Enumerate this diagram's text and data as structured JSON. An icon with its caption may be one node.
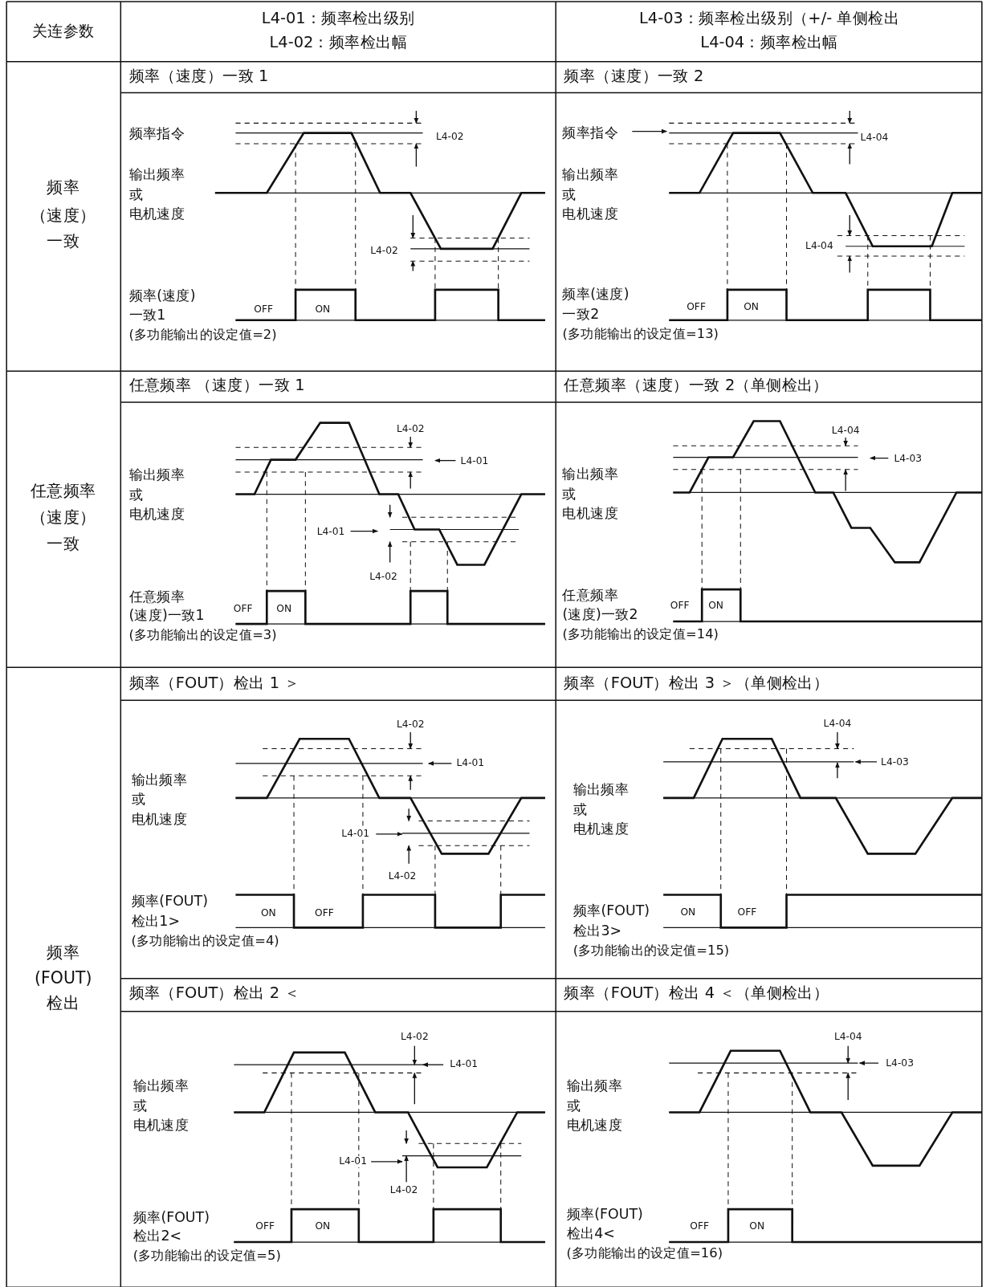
{
  "diagram": {
    "labels": [
      "关连参数",
      "L4-01：频率检出级别",
      "L4-02：频率检出幅",
      "L4-03：频率检出级别（+/- 单侧检出",
      "L4-04：频率检出幅",
      "频率",
      "（速度）",
      "一致",
      "频率（速度）一致 1",
      "频率指令",
      "L4-02",
      "输出频率",
      "或",
      "电机速度",
      "L4-02",
      "频率(速度)",
      "OFF",
      "ON",
      "一致1",
      "(多功能输出的设定值=2)",
      "频率（速度）一致 2",
      "频率指令",
      "L4-04",
      "输出频率",
      "或",
      "电机速度",
      "L4-04",
      "频率(速度)",
      "OFF",
      "ON",
      "一致2",
      "(多功能输出的设定值=13)",
      "任意频率",
      "（速度）",
      "一致",
      "任意频率 （速度）一致 1",
      "L4-02",
      "L4-01",
      "输出频率",
      "或",
      "电机速度",
      "L4-01",
      "L4-02",
      "任意频率",
      "OFF",
      "ON",
      "(速度)一致1",
      "(多功能输出的设定值=3)",
      "任意频率（速度）一致 2（单侧检出）",
      "L4-04",
      "L4-03",
      "输出频率",
      "或",
      "电机速度",
      "任意频率",
      "OFF",
      "ON",
      "(速度)一致2",
      "(多功能输出的设定值=14)",
      "频率",
      "(FOUT)",
      "检出",
      "频率（FOUT）检出 1 ＞",
      "L4-02",
      "L4-01",
      "输出频率",
      "或",
      "电机速度",
      "L4-01",
      "L4-02",
      "频率(FOUT)",
      "ON",
      "OFF",
      "检出1>",
      "(多功能输出的设定值=4)",
      "频率（FOUT）检出 3 ＞（单侧检出）",
      "L4-04",
      "L4-03",
      "输出频率",
      "或",
      "电机速度",
      "频率(FOUT)",
      "ON",
      "OFF",
      "检出3>",
      "(多功能输出的设定值=15)",
      "频率（FOUT）检出 2 ＜",
      "L4-02",
      "L4-01",
      "输出频率",
      "或",
      "电机速度",
      "L4-01",
      "L4-02",
      "频率(FOUT)",
      "OFF",
      "ON",
      "检出2<",
      "(多功能输出的设定值=5)",
      "频率（FOUT）检出 4 ＜（单侧检出）",
      "L4-04",
      "L4-03",
      "输出频率",
      "或",
      "电机速度",
      "频率(FOUT)",
      "OFF",
      "ON",
      "检出4<",
      "(多功能输出的设定值=16)"
    ]
  }
}
